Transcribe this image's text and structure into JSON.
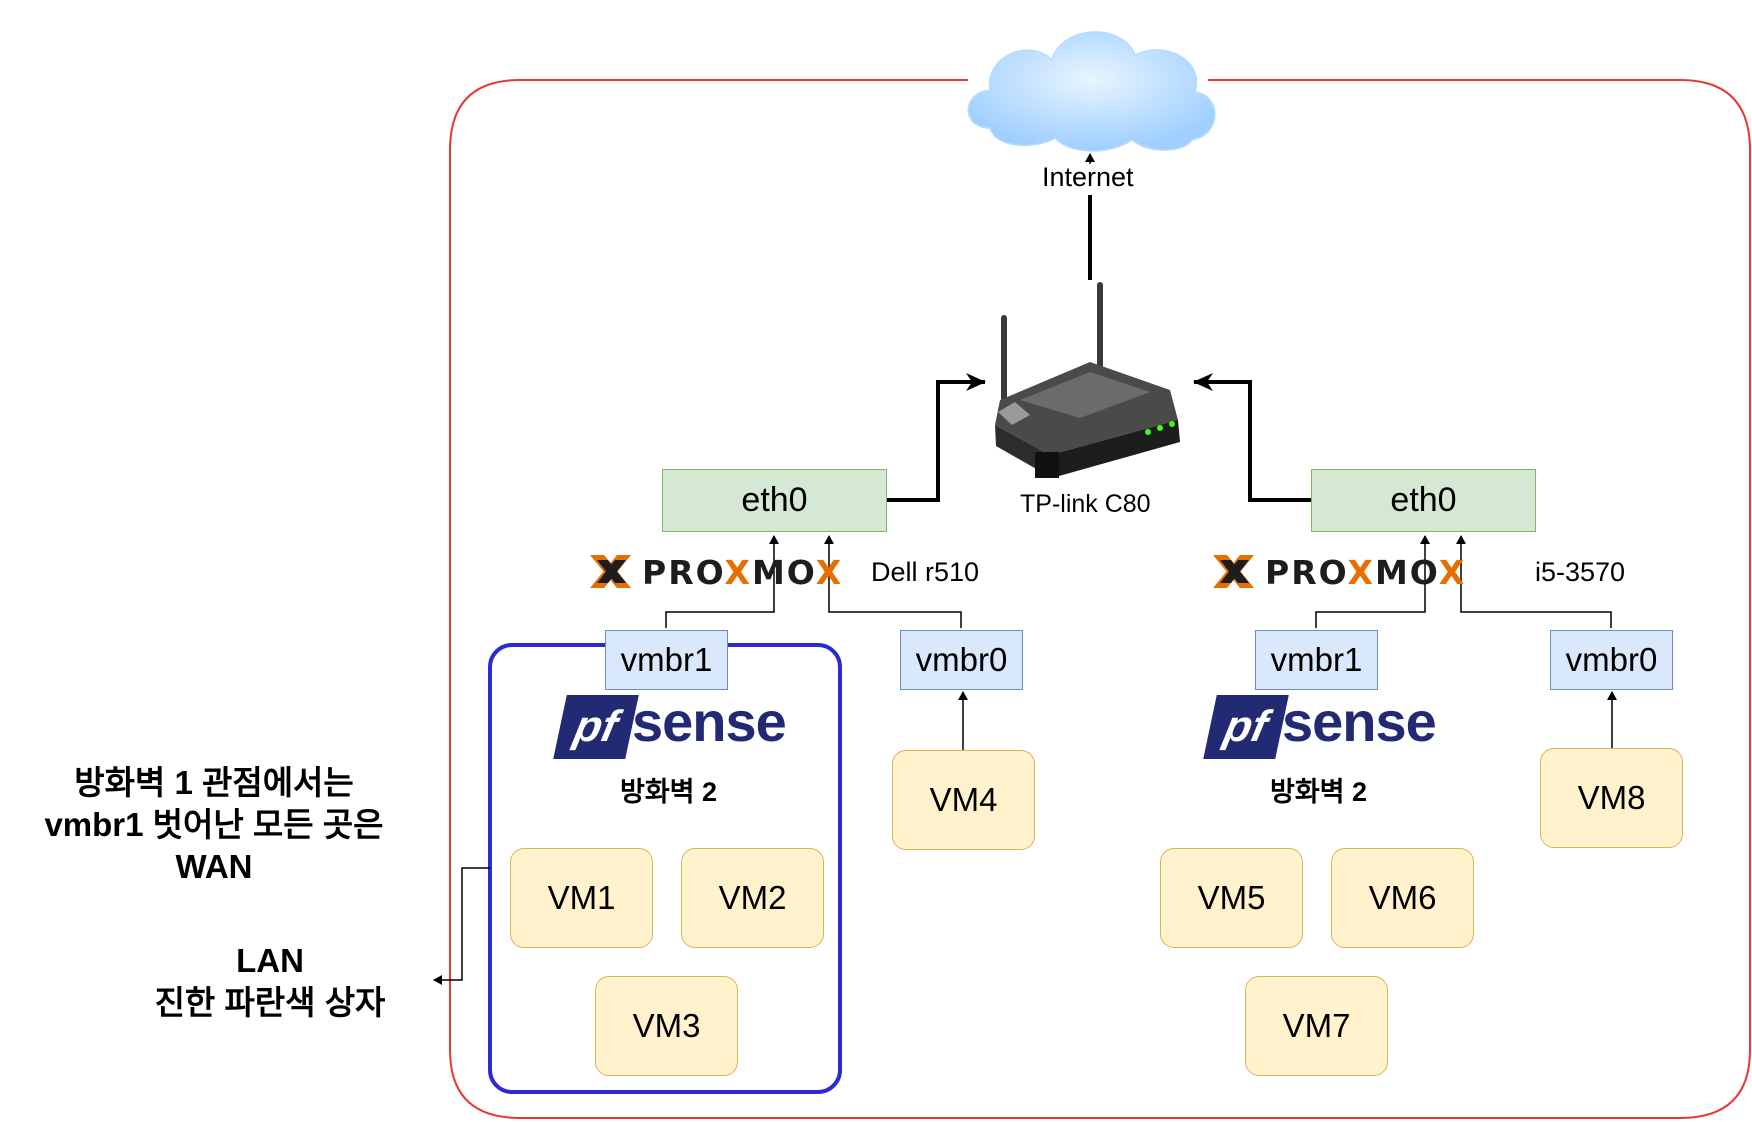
{
  "internet": {
    "label": "Internet"
  },
  "router": {
    "label": "TP-link C80"
  },
  "left_host": {
    "eth": "eth0",
    "logo_text": "PROXMOX",
    "host_label": "Dell r510",
    "vmbr1": "vmbr1",
    "vmbr0": "vmbr0",
    "pfsense_text": "sense",
    "pfsense_pf": "pf",
    "firewall_label": "방화벽 2",
    "vms": [
      "VM1",
      "VM2",
      "VM3",
      "VM4"
    ]
  },
  "right_host": {
    "eth": "eth0",
    "logo_text": "PROXMOX",
    "host_label": "i5-3570",
    "vmbr1": "vmbr1",
    "vmbr0": "vmbr0",
    "pfsense_text": "sense",
    "pfsense_pf": "pf",
    "firewall_label": "방화벽 2",
    "vms": [
      "VM5",
      "VM6",
      "VM7",
      "VM8"
    ]
  },
  "annotations": {
    "line1": "방화벽 1 관점에서는",
    "line2": "vmbr1 벗어난 모든 곳은",
    "line3": "WAN",
    "lan_line1": "LAN",
    "lan_line2": "진한 파란색 상자"
  },
  "colors": {
    "outer_border": "#e53935",
    "lan_border": "#2b2bd6",
    "eth_fill": "#d5e8d4",
    "vmbr_fill": "#dae8fc",
    "vm_fill": "#fff2cc",
    "proxmox_orange": "#e57000",
    "pfsense_blue": "#212a72"
  }
}
